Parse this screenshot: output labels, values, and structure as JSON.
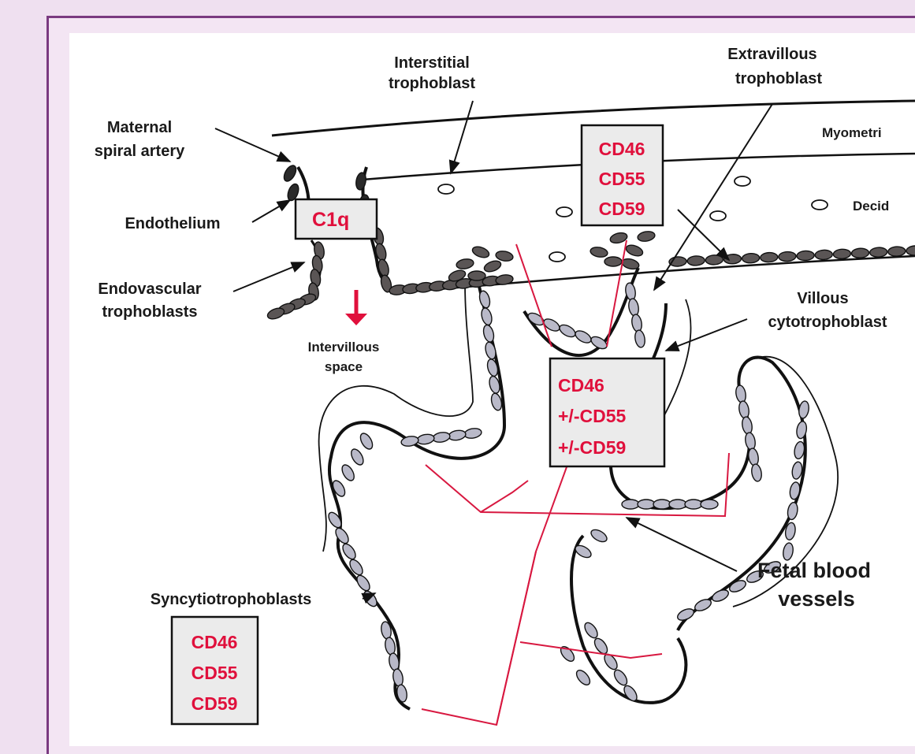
{
  "labels": {
    "interstitial": [
      "Interstitial",
      "trophoblast"
    ],
    "extravillous": [
      "Extravillous",
      "trophoblast"
    ],
    "maternal": [
      "Maternal",
      "spiral artery"
    ],
    "myometrium": "Myometri",
    "decidua": "Decid",
    "endothelium": "Endothelium",
    "endovascular": [
      "Endovascular",
      "trophoblasts"
    ],
    "intervillous": [
      "Intervillous",
      "space"
    ],
    "villous": [
      "Villous",
      "cytotrophoblast"
    ],
    "fetal": [
      "Fetal blood",
      "vessels"
    ],
    "syncytio": "Syncytiotrophoblasts"
  },
  "markers": {
    "c1q": [
      "C1q"
    ],
    "decidual": [
      "CD46",
      "CD55",
      "CD59"
    ],
    "villous": [
      "CD46",
      "+/-CD55",
      "+/-CD59"
    ],
    "syncytio": [
      "CD46",
      "CD55",
      "CD59"
    ]
  },
  "colors": {
    "marker_text": "#e0103c",
    "vessel": "#d81840",
    "box_fill": "#ebebeb",
    "frame": "#7a3a80"
  }
}
